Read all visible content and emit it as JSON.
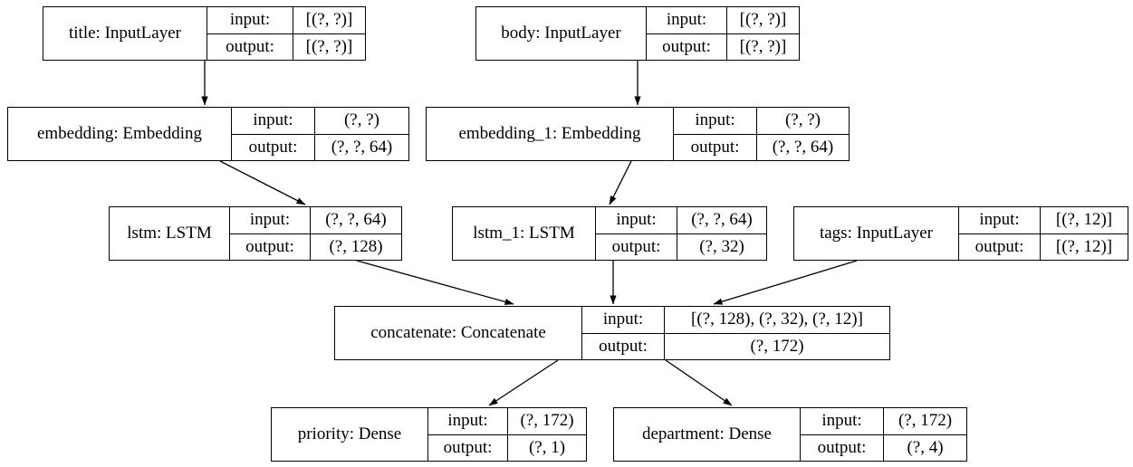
{
  "labels": {
    "input": "input:",
    "output": "output:"
  },
  "nodes": [
    {
      "id": "title",
      "name": "title: InputLayer",
      "input": "[(?, ?)]",
      "output": "[(?, ?)]"
    },
    {
      "id": "body",
      "name": "body: InputLayer",
      "input": "[(?, ?)]",
      "output": "[(?, ?)]"
    },
    {
      "id": "embedding",
      "name": "embedding: Embedding",
      "input": "(?, ?)",
      "output": "(?, ?, 64)"
    },
    {
      "id": "embedding_1",
      "name": "embedding_1: Embedding",
      "input": "(?, ?)",
      "output": "(?, ?, 64)"
    },
    {
      "id": "lstm",
      "name": "lstm: LSTM",
      "input": "(?, ?, 64)",
      "output": "(?, 128)"
    },
    {
      "id": "lstm_1",
      "name": "lstm_1: LSTM",
      "input": "(?, ?, 64)",
      "output": "(?, 32)"
    },
    {
      "id": "tags",
      "name": "tags: InputLayer",
      "input": "[(?, 12)]",
      "output": "[(?, 12)]"
    },
    {
      "id": "concatenate",
      "name": "concatenate: Concatenate",
      "input": "[(?, 128), (?, 32), (?, 12)]",
      "output": "(?, 172)"
    },
    {
      "id": "priority",
      "name": "priority: Dense",
      "input": "(?, 172)",
      "output": "(?, 1)"
    },
    {
      "id": "department",
      "name": "department: Dense",
      "input": "(?, 172)",
      "output": "(?, 4)"
    }
  ],
  "edges": [
    {
      "from": "title",
      "to": "embedding"
    },
    {
      "from": "body",
      "to": "embedding_1"
    },
    {
      "from": "embedding",
      "to": "lstm"
    },
    {
      "from": "embedding_1",
      "to": "lstm_1"
    },
    {
      "from": "lstm",
      "to": "concatenate"
    },
    {
      "from": "lstm_1",
      "to": "concatenate"
    },
    {
      "from": "tags",
      "to": "concatenate"
    },
    {
      "from": "concatenate",
      "to": "priority"
    },
    {
      "from": "concatenate",
      "to": "department"
    }
  ],
  "colors": {
    "border": "#000000",
    "background": "#ffffff",
    "text": "#000000"
  }
}
